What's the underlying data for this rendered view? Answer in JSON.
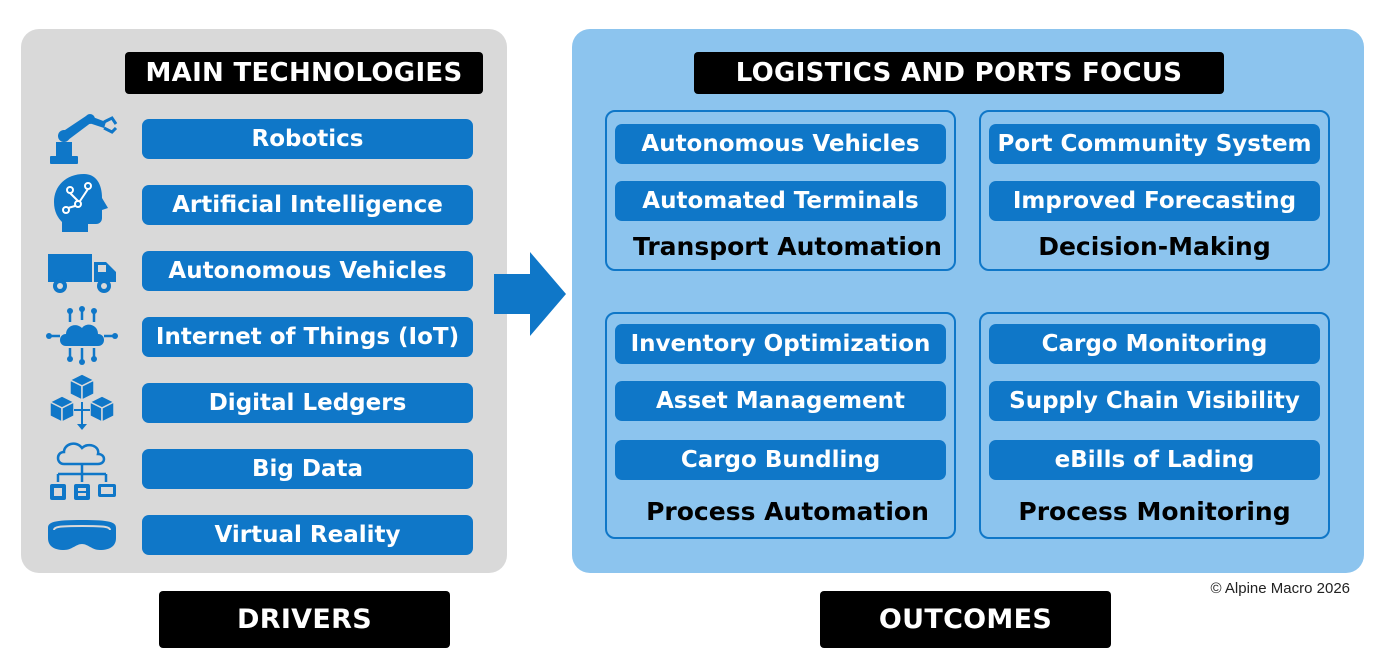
{
  "drivers": {
    "header": "MAIN TECHNOLOGIES",
    "footer": "DRIVERS",
    "items": [
      {
        "label": "Robotics",
        "icon": "robot-arm-icon"
      },
      {
        "label": "Artificial Intelligence",
        "icon": "ai-head-icon"
      },
      {
        "label": "Autonomous Vehicles",
        "icon": "truck-icon"
      },
      {
        "label": "Internet of Things (IoT)",
        "icon": "iot-cloud-icon"
      },
      {
        "label": "Digital Ledgers",
        "icon": "blockchain-icon"
      },
      {
        "label": "Big Data",
        "icon": "data-cloud-icon"
      },
      {
        "label": "Virtual Reality",
        "icon": "vr-headset-icon"
      }
    ]
  },
  "outcomes": {
    "header": "LOGISTICS AND PORTS FOCUS",
    "footer": "OUTCOMES",
    "groups": [
      {
        "label": "Transport Automation",
        "items": [
          "Autonomous Vehicles",
          "Automated Terminals"
        ]
      },
      {
        "label": "Decision-Making",
        "items": [
          "Port Community System",
          "Improved Forecasting"
        ]
      },
      {
        "label": "Process Automation",
        "items": [
          "Inventory Optimization",
          "Asset Management",
          "Cargo Bundling"
        ]
      },
      {
        "label": "Process Monitoring",
        "items": [
          "Cargo Monitoring",
          "Supply Chain Visibility",
          "eBills of Lading"
        ]
      }
    ]
  },
  "copyright": "© Alpine Macro 2026",
  "colors": {
    "blue": "#0f77c8",
    "light_blue": "#8cc4ee",
    "gray": "#d9d9d9",
    "black": "#000000"
  }
}
